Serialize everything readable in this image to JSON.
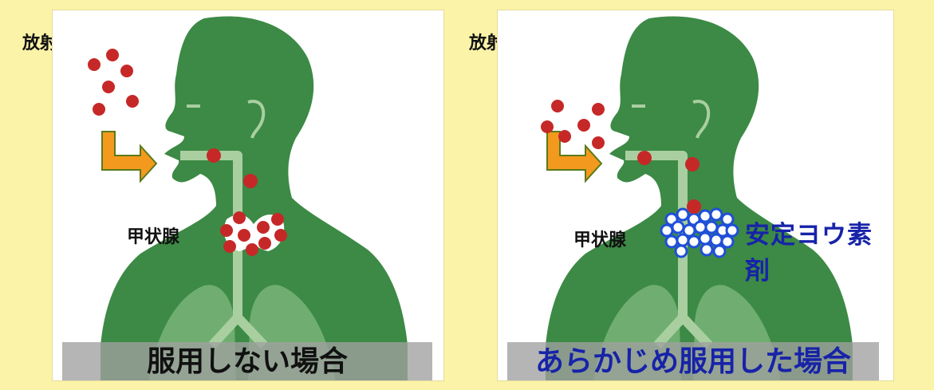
{
  "left_panel": {
    "iodine_label": "放射性ヨウ素",
    "thyroid_label": "甲状腺",
    "caption": "服用しない場合"
  },
  "right_panel": {
    "iodine_label": "放射性ヨウ素",
    "thyroid_label": "甲状腺",
    "stable_iodine_label": "安定ヨウ素剤",
    "caption": "あらかじめ服用した場合"
  },
  "colors": {
    "background": "#fbf3a8",
    "silhouette": "#3c8a45",
    "airway": "#a9cfa0",
    "lung": "#6fae70",
    "radioactive_dot": "#c62828",
    "stable_dot": "#1f4fd8",
    "arrow": "#f39a1e",
    "caption_left": "#111111",
    "caption_right": "#1723a8"
  }
}
